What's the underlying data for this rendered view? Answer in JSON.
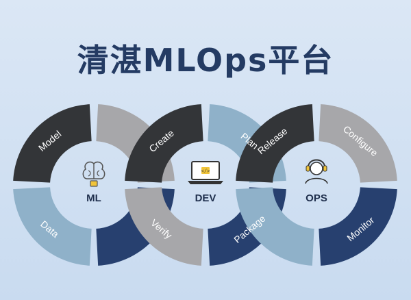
{
  "title": "清湛MLOps平台",
  "colors": {
    "dark": "#333538",
    "gray": "#a7a7aa",
    "light_blue": "#8fb1c9",
    "navy": "#27406f",
    "hub_text": "#1f2f4d"
  },
  "loops": [
    {
      "hub_label": "ML",
      "hub_icon": "brain-chip-icon",
      "segments": [
        {
          "label": "Model",
          "color": "dark"
        },
        {
          "label": "",
          "color": "gray"
        },
        {
          "label": "Data",
          "color": "light_blue"
        },
        {
          "label": "",
          "color": "navy"
        }
      ]
    },
    {
      "hub_label": "DEV",
      "hub_icon": "laptop-code-icon",
      "segments": [
        {
          "label": "Create",
          "color": "dark"
        },
        {
          "label": "Plan",
          "color": "light_blue"
        },
        {
          "label": "Verify",
          "color": "gray"
        },
        {
          "label": "Package",
          "color": "navy"
        }
      ]
    },
    {
      "hub_label": "OPS",
      "hub_icon": "support-agent-icon",
      "segments": [
        {
          "label": "Release",
          "color": "dark"
        },
        {
          "label": "Configure",
          "color": "gray"
        },
        {
          "label": "",
          "color": "light_blue"
        },
        {
          "label": "Monitor",
          "color": "navy"
        }
      ]
    }
  ]
}
